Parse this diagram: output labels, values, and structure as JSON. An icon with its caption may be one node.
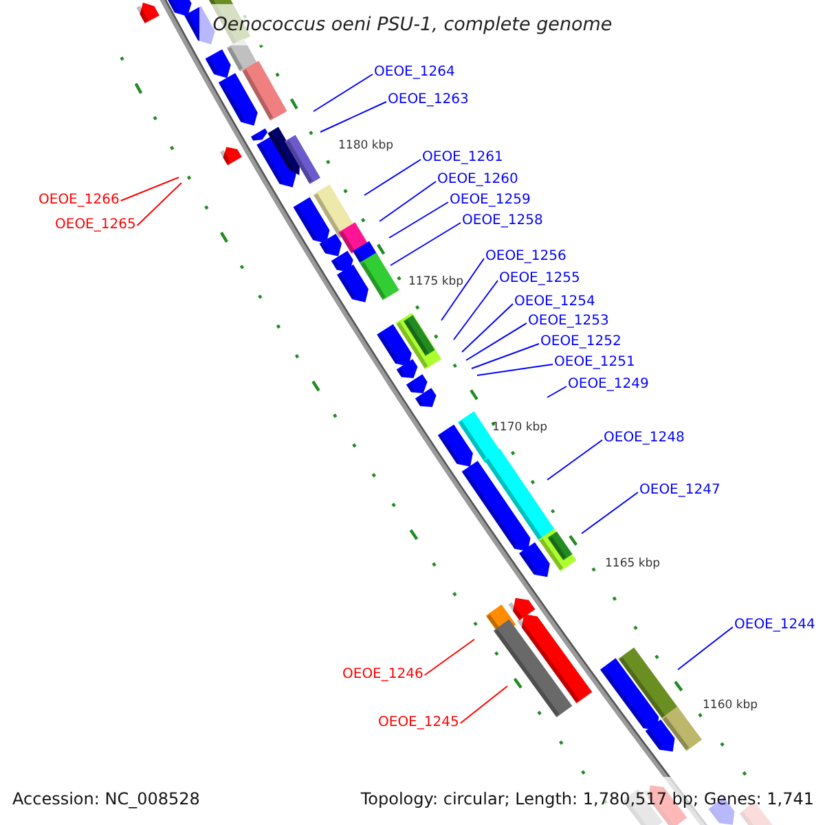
{
  "diagram": {
    "title": "Oenococcus oeni PSU-1, complete genome",
    "nodes": [
      {
        "text": [
          "OEOE_1264"
        ]
      },
      {
        "text": [
          "OEOE_1263"
        ]
      },
      {
        "text": [
          "OEOE_1261"
        ]
      },
      {
        "text": [
          "OEOE_1260"
        ]
      },
      {
        "text": [
          "OEOE_1259"
        ]
      },
      {
        "text": [
          "OEOE_1266"
        ]
      },
      {
        "text": [
          "OEOE_1258"
        ]
      },
      {
        "text": [
          "OEOE_1265"
        ]
      },
      {
        "text": [
          "OEOE_1256"
        ]
      },
      {
        "text": [
          "OEOE_1255"
        ]
      },
      {
        "text": [
          "OEOE_1254"
        ]
      },
      {
        "text": [
          "OEOE_1253"
        ]
      },
      {
        "text": [
          "OEOE_1252"
        ]
      },
      {
        "text": [
          "OEOE_1251"
        ]
      },
      {
        "text": [
          "OEOE_1249"
        ]
      },
      {
        "text": [
          "OEOE_1248"
        ]
      },
      {
        "text": [
          "OEOE_1247"
        ]
      },
      {
        "text": [
          "OEOE_1244"
        ]
      },
      {
        "text": [
          "OEOE_1246"
        ]
      },
      {
        "text": [
          "OEOE_1245"
        ]
      }
    ],
    "edges": [
      {
        "from": 0,
        "to": null,
        "arrow": "none"
      },
      {
        "from": 1,
        "to": null,
        "arrow": "none"
      },
      {
        "from": 2,
        "to": null,
        "arrow": "none"
      },
      {
        "from": 3,
        "to": null,
        "arrow": "none"
      },
      {
        "from": 4,
        "to": null,
        "arrow": "none"
      },
      {
        "from": 5,
        "to": null,
        "arrow": "none",
        "color": "#ff0000"
      },
      {
        "from": 6,
        "to": null,
        "arrow": "none"
      },
      {
        "from": 7,
        "to": null,
        "arrow": "none",
        "color": "#ff0000"
      },
      {
        "from": 8,
        "to": null,
        "arrow": "none"
      },
      {
        "from": 9,
        "to": null,
        "arrow": "none"
      },
      {
        "from": 10,
        "to": null,
        "arrow": "none"
      },
      {
        "from": 11,
        "to": null,
        "arrow": "none"
      },
      {
        "from": 12,
        "to": null,
        "arrow": "none"
      },
      {
        "from": 13,
        "to": null,
        "arrow": "none"
      },
      {
        "from": 14,
        "to": null,
        "arrow": "none"
      },
      {
        "from": 15,
        "to": null,
        "arrow": "none"
      },
      {
        "from": 16,
        "to": null,
        "arrow": "none"
      },
      {
        "from": 17,
        "to": null,
        "arrow": "none"
      },
      {
        "from": 18,
        "to": null,
        "arrow": "none",
        "color": "#ff0000"
      },
      {
        "from": 19,
        "to": null,
        "arrow": "none",
        "color": "#ff0000"
      }
    ],
    "labels": [
      "1180 kbp",
      "1175 kbp",
      "1170 kbp",
      "1165 kbp",
      "1160 kbp",
      "Accession: NC_008528",
      "Topology: circular; Length: 1,780,517 bp; Genes: 1,741"
    ]
  }
}
